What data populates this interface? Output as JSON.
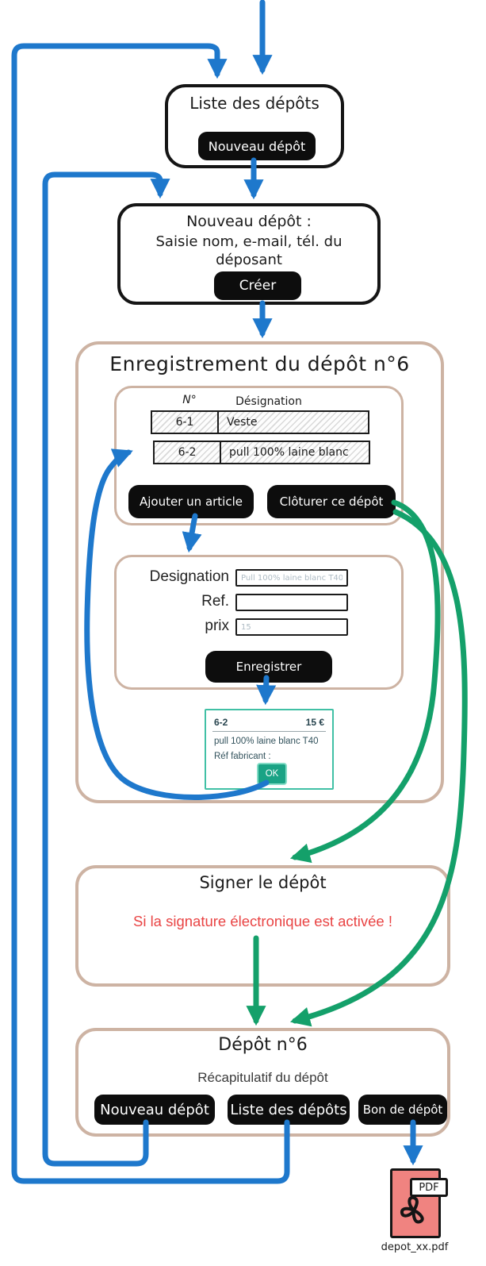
{
  "colors": {
    "arrow_blue": "#1e78cc",
    "arrow_green": "#14a06a",
    "container_tan": "#cdb3a3",
    "note_red": "#e94444",
    "pdf_salmon": "#f08380",
    "dialog_teal": "#41c0a5",
    "ok_teal": "#1aa385",
    "node_black": "#151515"
  },
  "liste": {
    "title": "Liste des dépôts",
    "new_button": "Nouveau dépôt"
  },
  "nouveau": {
    "title": "Nouveau dépôt :",
    "subtitle": "Saisie nom, e-mail, tél. du déposant",
    "create_button": "Créer"
  },
  "enregistrement": {
    "title": "Enregistrement du dépôt n°6",
    "table": {
      "col_no": "N°",
      "col_designation": "Désignation",
      "rows": [
        {
          "no": "6-1",
          "designation": "Veste"
        },
        {
          "no": "6-2",
          "designation": "pull 100% laine blanc"
        }
      ]
    },
    "add_button": "Ajouter un article",
    "close_button": "Clôturer ce dépôt",
    "form": {
      "labels": [
        "Designation",
        "Ref.",
        "prix"
      ],
      "values": [
        "Pull 100% laine blanc T40",
        "",
        "15"
      ],
      "save_button": "Enregistrer"
    },
    "dialog": {
      "item_no": "6-2",
      "price": "15 €",
      "description": "pull 100% laine blanc T40",
      "ref_label": "Réf fabricant :",
      "ok_button": "OK"
    }
  },
  "signer": {
    "title": "Signer le dépôt",
    "note": "Si la signature électronique est activée !"
  },
  "depot": {
    "title": "Dépôt n°6",
    "subtitle": "Récapitulatif du dépôt",
    "new_button": "Nouveau dépôt",
    "list_button": "Liste des dépôts",
    "bon_button": "Bon de dépôt"
  },
  "pdf": {
    "label": "PDF",
    "filename": "depot_xx.pdf"
  }
}
